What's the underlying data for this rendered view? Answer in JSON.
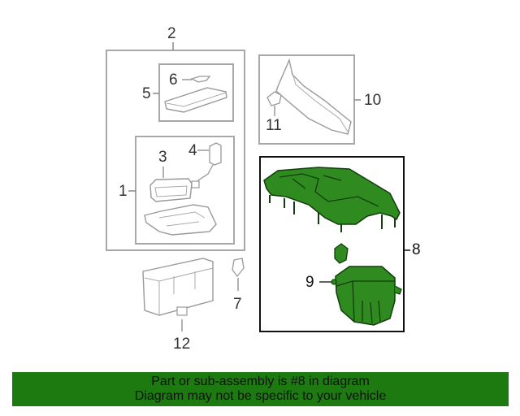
{
  "callouts": {
    "c1": "1",
    "c2": "2",
    "c3": "3",
    "c4": "4",
    "c5": "5",
    "c6": "6",
    "c7": "7",
    "c8": "8",
    "c9": "9",
    "c10": "10",
    "c11": "11",
    "c12": "12"
  },
  "banner": {
    "line1": "Part or sub-assembly is #8 in diagram",
    "line2": "Diagram may not be specific to your vehicle"
  },
  "colors": {
    "highlight_part": "#2f8a1f",
    "highlight_dark": "#123d0c",
    "banner_bg": "#1c7a11",
    "outline_gray": "#a8a8a8"
  }
}
